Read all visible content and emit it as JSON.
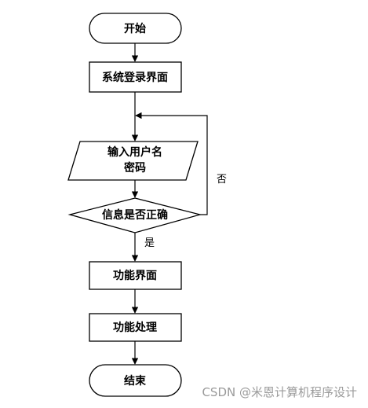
{
  "nodes": {
    "start": "开始",
    "login": "系统登录界面",
    "input_line1": "输入用户名",
    "input_line2": "密码",
    "check": "信息是否正确",
    "function_page": "功能界面",
    "function_process": "功能处理",
    "end": "结束"
  },
  "edges": {
    "no": "否",
    "yes": "是"
  },
  "watermark": "CSDN @米恩计算机程序设计"
}
